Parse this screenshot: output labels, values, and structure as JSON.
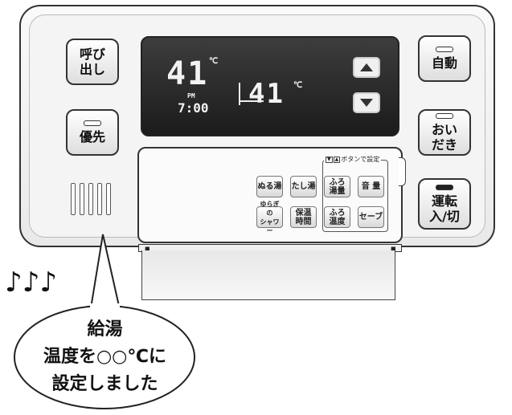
{
  "left_buttons": {
    "call": "呼び\n出し",
    "priority": "優先"
  },
  "right_buttons": {
    "auto": "自動",
    "reheat": "おい\nだき",
    "power": "運転\n入/切"
  },
  "display": {
    "bath_temp": "41",
    "bath_unit": "℃",
    "ampm": "PM",
    "clock": "7:00",
    "supply_temp": "41",
    "supply_unit": "℃"
  },
  "control_panel": {
    "setting_hint": "ボタンで設定",
    "buttons": [
      "ぬる湯",
      "たし湯",
      "ふろ\n湯量",
      "音 量",
      "ゆらぎの\nシャワー",
      "保温\n時間",
      "ふろ\n温度",
      "セーブ"
    ]
  },
  "callout": {
    "line1": "給湯",
    "line2": "温度を○○℃に",
    "line3": "設定しました",
    "notes": "♪♪♪"
  }
}
